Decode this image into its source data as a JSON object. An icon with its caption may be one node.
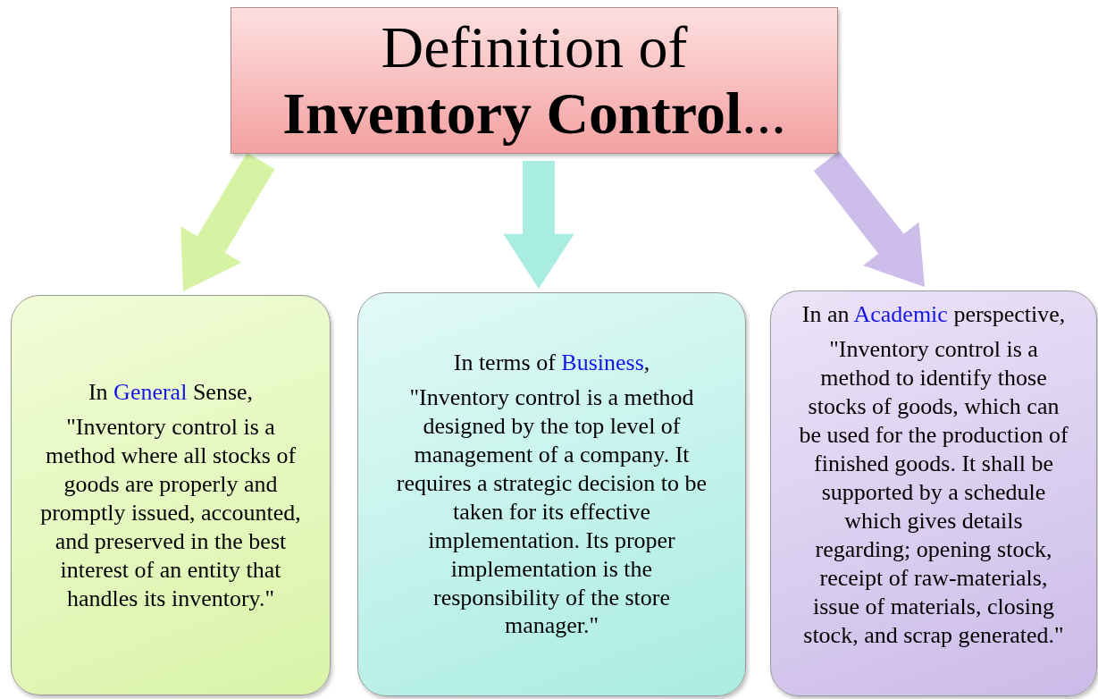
{
  "diagram": {
    "nodes": [
      {
        "text": [
          "Definition of **Inventory Control**..."
        ]
      },
      {
        "text": [
          "In **General** Sense,",
          "\"Inventory control is a method where all stocks of goods are properly and promptly issued, accounted, and preserved in the best interest of an entity that handles its inventory.\""
        ]
      },
      {
        "text": [
          "In terms of **Business**,",
          "\"Inventory control is a method designed by the top level of management of a company. It requires a strategic decision to be taken for its effective implementation. Its proper implementation is the responsibility of the store manager.\""
        ]
      },
      {
        "text": [
          "In an **Academic** perspective,",
          "\"Inventory control is a method to identify those stocks of goods, which can be used for the production of finished goods. It shall be supported by a schedule which gives details regarding; opening stock, receipt of raw-materials, issue of materials, closing stock, and scrap generated.\""
        ]
      }
    ],
    "edges": [
      {
        "from": 0,
        "to": 1,
        "arrow": "to",
        "style": "thick",
        "color": "#d6f3a4"
      },
      {
        "from": 0,
        "to": 2,
        "arrow": "to",
        "style": "thick",
        "color": "#a9ece2"
      },
      {
        "from": 0,
        "to": 3,
        "arrow": "to",
        "style": "thick",
        "color": "#cdbdea"
      }
    ]
  }
}
